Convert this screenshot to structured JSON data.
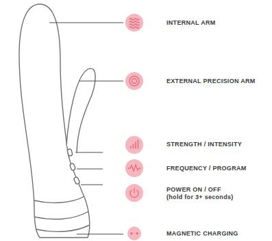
{
  "diagram": {
    "labels": [
      "INTERNAL ARM",
      "EXTERNAL PRECISION ARM",
      "STRENGTH / INTENSITY",
      "FREQUENCY / PROGRAM",
      "POWER ON / OFF",
      "(hold for 3+ seconds)",
      "MAGNETIC CHARGING"
    ]
  }
}
